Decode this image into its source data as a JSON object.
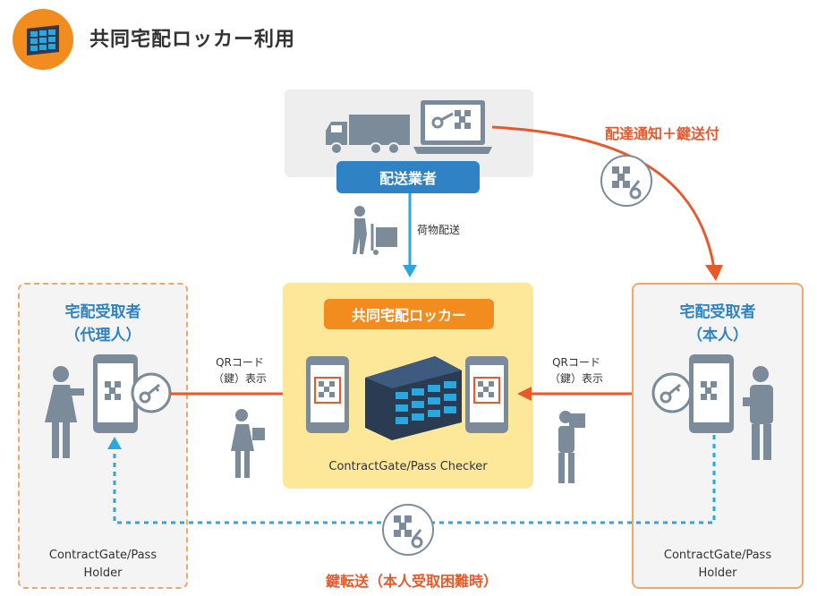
{
  "header": {
    "title": "共同宅配ロッカー利用"
  },
  "carrier": {
    "label": "配送業者"
  },
  "delivery": {
    "label": "荷物配送"
  },
  "notify": {
    "label": "配達通知＋鍵送付"
  },
  "locker": {
    "label": "共同宅配ロッカー",
    "caption": "ContractGate/Pass Checker"
  },
  "agent": {
    "title_line1": "宅配受取者",
    "title_line2": "（代理人）",
    "holder_line1": "ContractGate/Pass",
    "holder_line2": "Holder"
  },
  "principal": {
    "title_line1": "宅配受取者",
    "title_line2": "（本人）",
    "holder_line1": "ContractGate/Pass",
    "holder_line2": "Holder"
  },
  "qr_left": {
    "line1": "QRコード",
    "line2": "（鍵）表示"
  },
  "qr_right": {
    "line1": "QRコード",
    "line2": "（鍵）表示"
  },
  "transfer": {
    "label": "鍵転送（本人受取困難時）"
  },
  "colors": {
    "orange": "#e8582a",
    "blue": "#2f82c4",
    "lightblue": "#29a8e0",
    "yellow": "#fde89a",
    "gray": "#7c8b9a",
    "navy": "#2a3b52"
  }
}
